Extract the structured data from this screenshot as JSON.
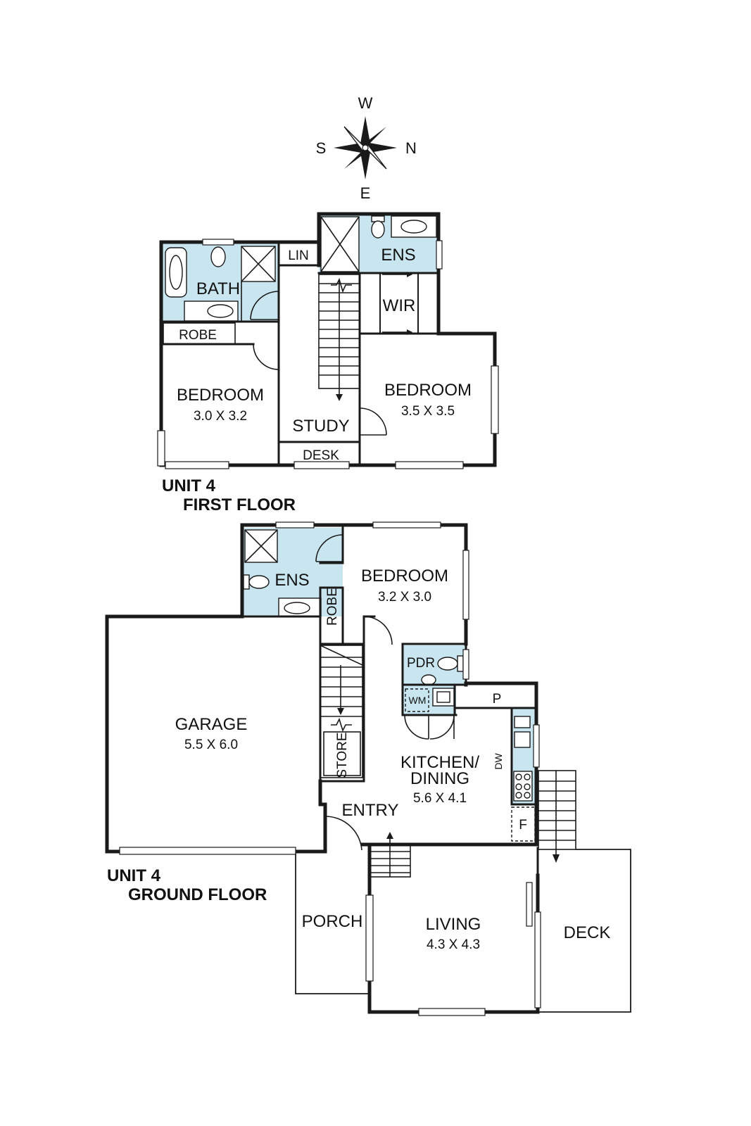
{
  "compass": {
    "north": "N",
    "south": "S",
    "east": "E",
    "west": "W"
  },
  "first_floor": {
    "title_line1": "UNIT 4",
    "title_line2": "FIRST FLOOR",
    "rooms": {
      "bath": {
        "label": "BATH"
      },
      "lin": {
        "label": "LIN"
      },
      "ens": {
        "label": "ENS"
      },
      "wir": {
        "label": "WIR"
      },
      "robe": {
        "label": "ROBE"
      },
      "bedroom_left": {
        "label": "BEDROOM",
        "dims": "3.0 X 3.2"
      },
      "bedroom_right": {
        "label": "BEDROOM",
        "dims": "3.5 X 3.5"
      },
      "study": {
        "label": "STUDY"
      },
      "desk": {
        "label": "DESK"
      }
    }
  },
  "ground_floor": {
    "title_line1": "UNIT 4",
    "title_line2": "GROUND FLOOR",
    "rooms": {
      "ens": {
        "label": "ENS"
      },
      "robe": {
        "label": "ROBE"
      },
      "bedroom": {
        "label": "BEDROOM",
        "dims": "3.2 X 3.0"
      },
      "garage": {
        "label": "GARAGE",
        "dims": "5.5 X 6.0"
      },
      "pdr": {
        "label": "PDR"
      },
      "wm": {
        "label": "WM"
      },
      "pantry": {
        "label": "P"
      },
      "store": {
        "label": "STORE"
      },
      "dw": {
        "label": "DW"
      },
      "kitchen_line1": {
        "label": "KITCHEN/"
      },
      "kitchen_line2": {
        "label": "DINING",
        "dims": "5.6 X 4.1"
      },
      "fridge": {
        "label": "F"
      },
      "entry": {
        "label": "ENTRY"
      },
      "porch": {
        "label": "PORCH"
      },
      "living": {
        "label": "LIVING",
        "dims": "4.3 X 4.3"
      },
      "deck": {
        "label": "DECK"
      }
    }
  }
}
